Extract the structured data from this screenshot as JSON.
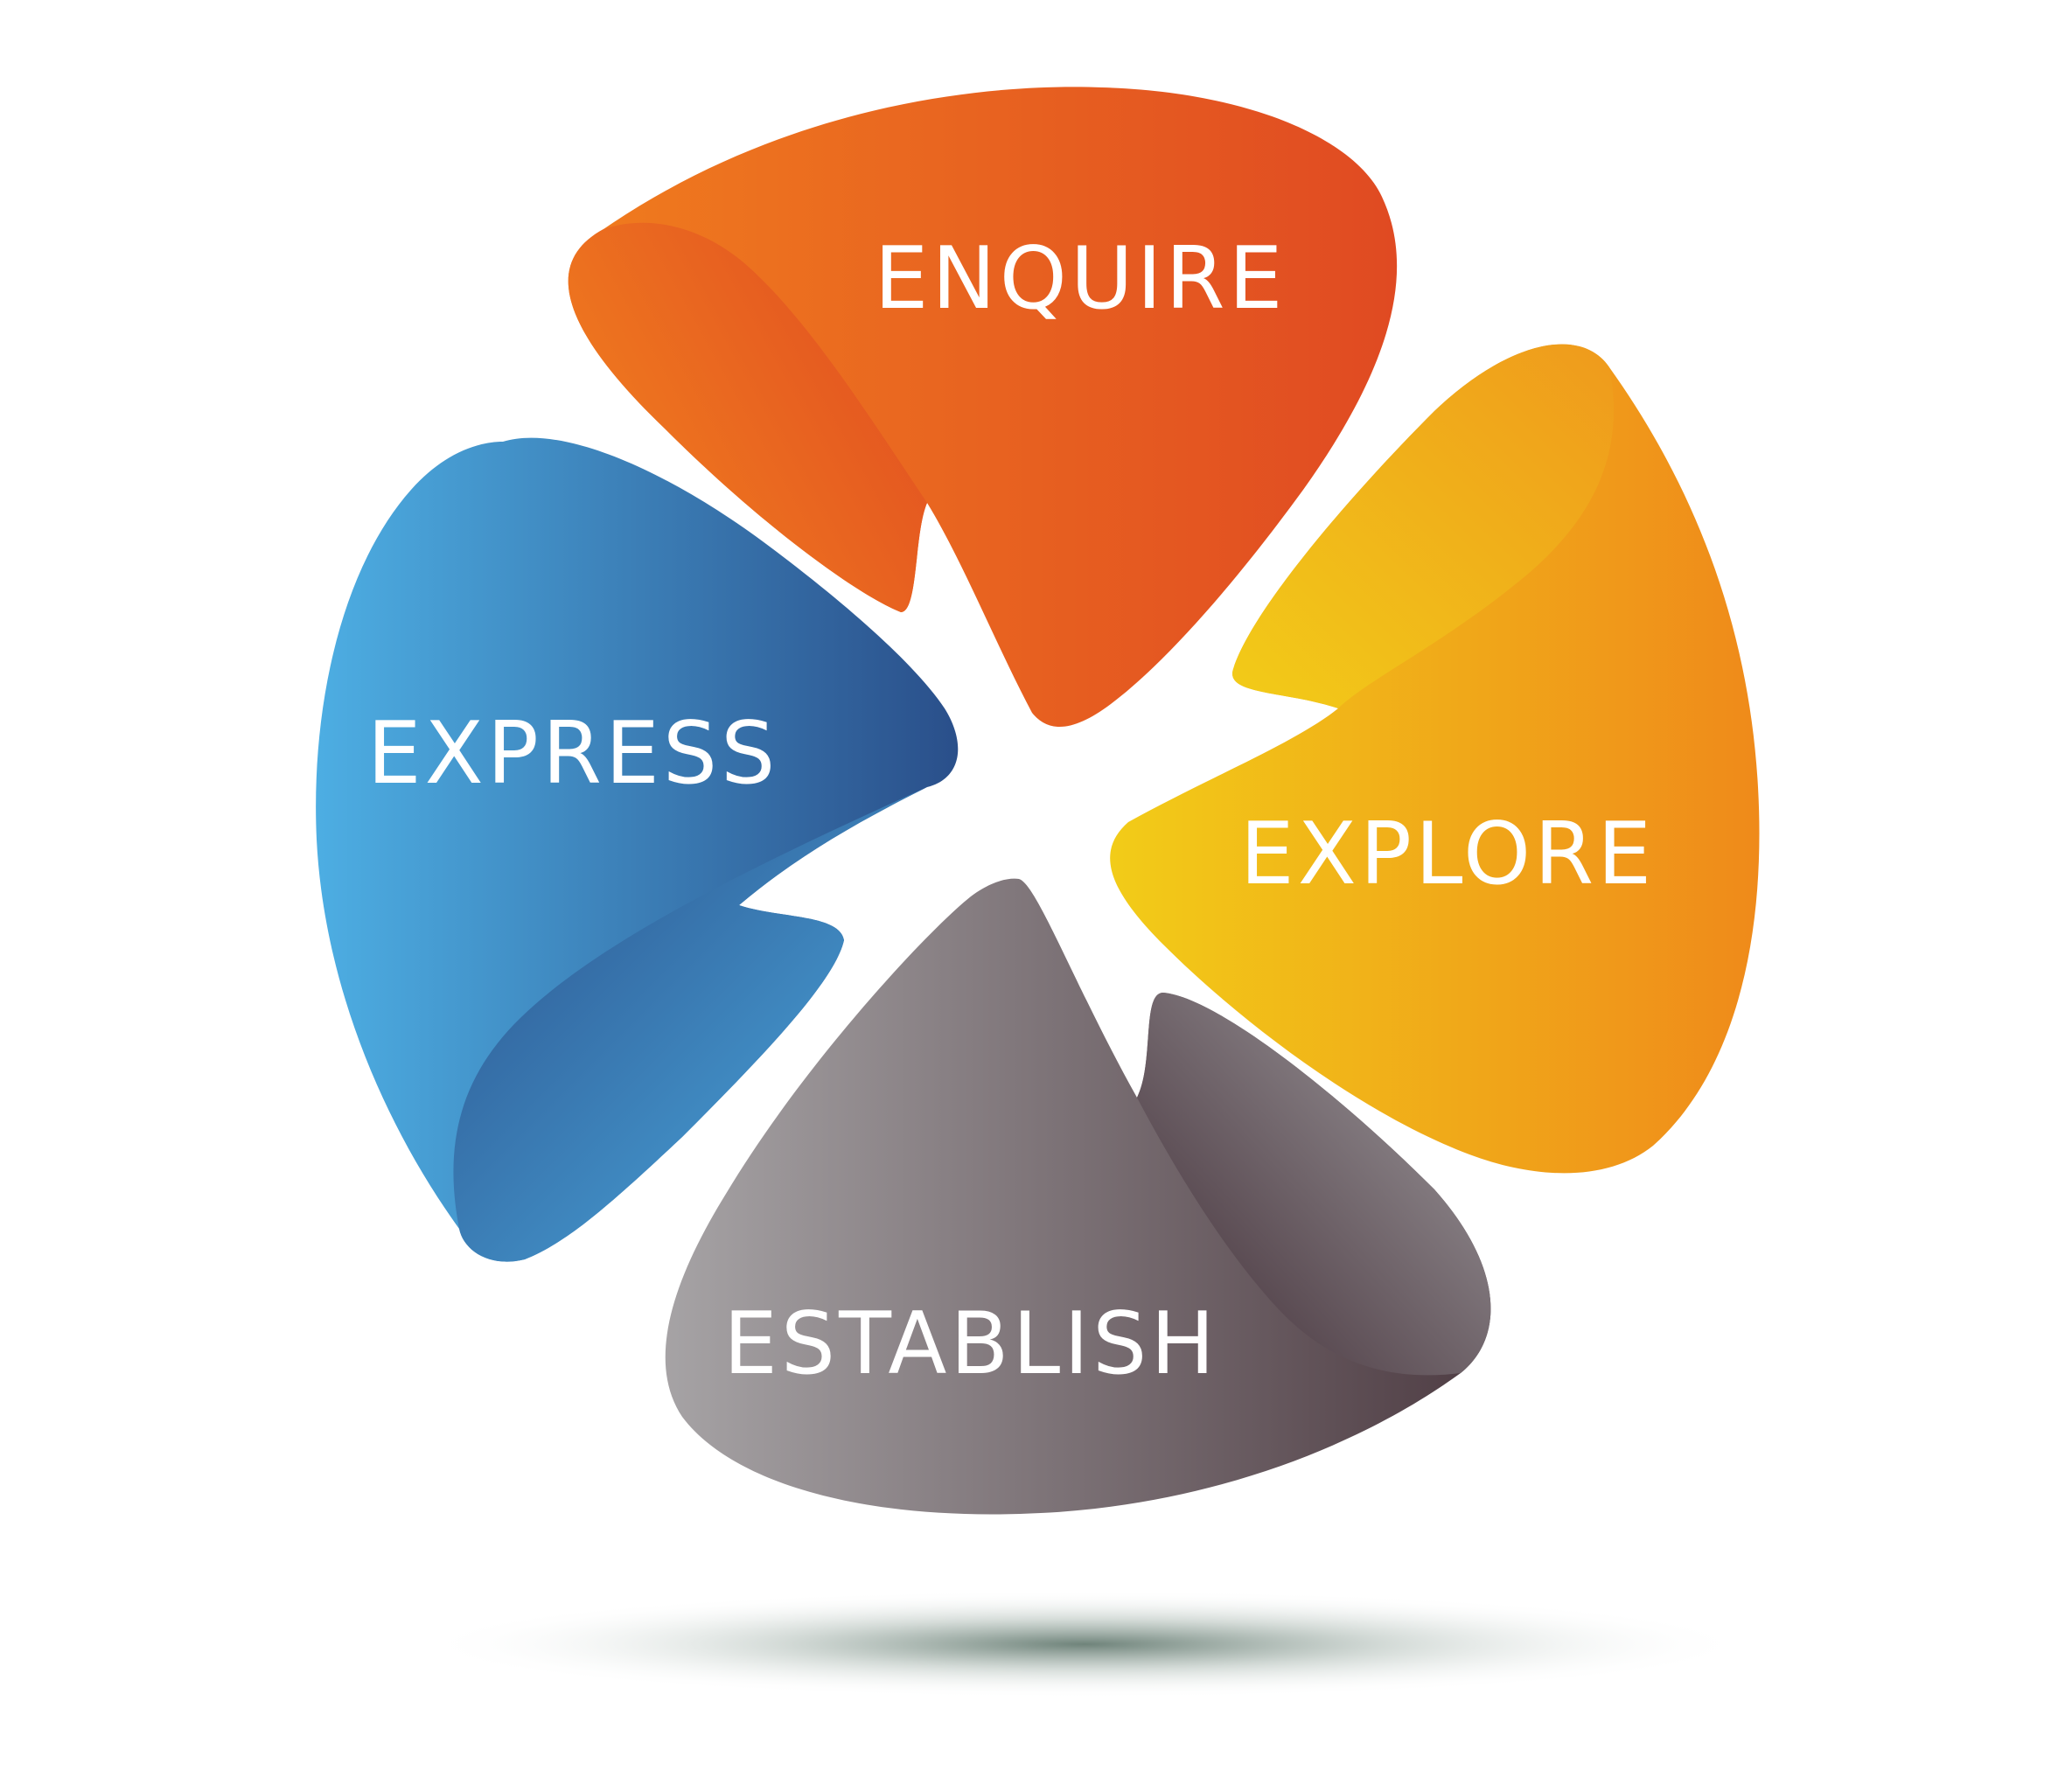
{
  "diagram": {
    "petals": [
      {
        "id": "enquire",
        "label": "ENQUIRE",
        "color_light": "#F07C1E",
        "color_dark": "#E04A22"
      },
      {
        "id": "explore",
        "label": "EXPLORE",
        "color_light": "#F2CC18",
        "color_dark": "#EF8A1A"
      },
      {
        "id": "establish",
        "label": "ESTABLISH",
        "color_light": "#A6A3A5",
        "color_dark": "#4E3C43"
      },
      {
        "id": "express",
        "label": "EXPRESS",
        "color_light": "#4DAEE3",
        "color_dark": "#2A4F8A"
      }
    ],
    "label_color": "#FFFFFF",
    "shadow_color": "#3F5A4E"
  }
}
